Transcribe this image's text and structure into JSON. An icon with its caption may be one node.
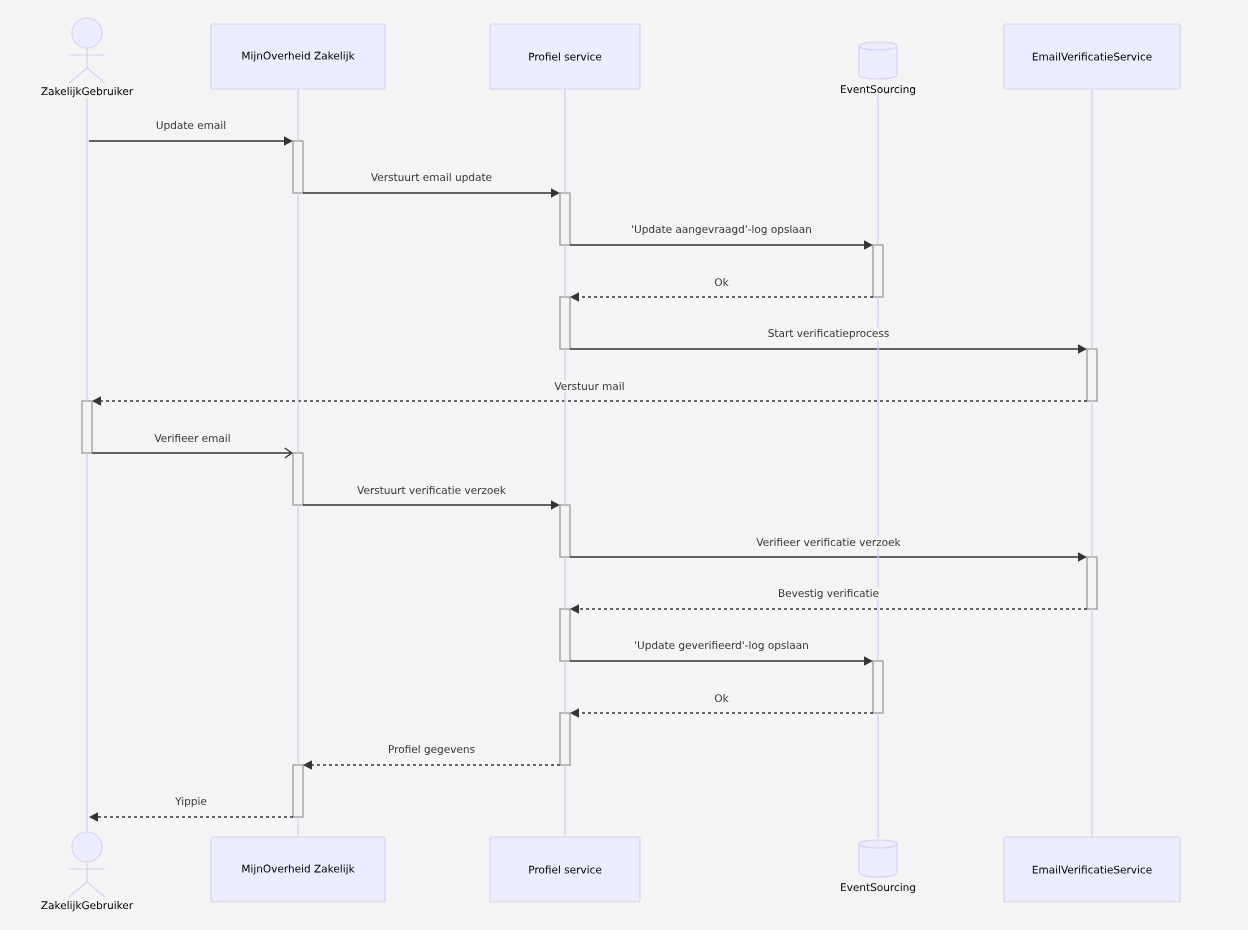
{
  "diagram": {
    "nodes": [
      {
        "text": [
          "ZakelijkGebruiker"
        ]
      },
      {
        "text": [
          "MijnOverheid Zakelijk"
        ]
      },
      {
        "text": [
          "Profiel service"
        ]
      },
      {
        "text": [
          "EventSourcing"
        ]
      },
      {
        "text": [
          "EmailVerificatieService"
        ]
      },
      {
        "text": [],
        "shape": "bar"
      },
      {
        "text": [],
        "shape": "bar"
      },
      {
        "text": [],
        "shape": "bar"
      },
      {
        "text": [],
        "shape": "bar"
      },
      {
        "text": [],
        "shape": "bar"
      },
      {
        "text": [],
        "shape": "bar"
      },
      {
        "text": [],
        "shape": "bar"
      },
      {
        "text": [],
        "shape": "bar"
      },
      {
        "text": [],
        "shape": "bar"
      },
      {
        "text": [],
        "shape": "bar"
      },
      {
        "text": [],
        "shape": "bar"
      },
      {
        "text": [],
        "shape": "bar"
      },
      {
        "text": [],
        "shape": "bar"
      },
      {
        "text": [
          "ZakelijkGebruiker"
        ]
      },
      {
        "text": [
          "MijnOverheid Zakelijk"
        ]
      },
      {
        "text": [
          "Profiel service"
        ]
      },
      {
        "text": [
          "EventSourcing"
        ]
      },
      {
        "text": [
          "EmailVerificatieService"
        ]
      }
    ],
    "edges": [
      {
        "from": null,
        "to": 5,
        "arrow": "to",
        "label": "Update email",
        "color": "#333333"
      },
      {
        "from": 5,
        "to": 6,
        "arrow": "to",
        "label": "Verstuurt email update",
        "color": "#333333"
      },
      {
        "from": 6,
        "to": 7,
        "arrow": "to",
        "label": "'Update aangevraagd'-log opslaan",
        "color": "#333333"
      },
      {
        "from": 7,
        "to": 8,
        "arrow": "to",
        "label": "Ok",
        "style": "dashed",
        "color": "#333333"
      },
      {
        "from": 8,
        "to": 9,
        "arrow": "to",
        "label": "Start verificatieprocess",
        "color": "#333333"
      },
      {
        "from": 9,
        "to": 10,
        "arrow": "to",
        "label": "Verstuur mail",
        "style": "dashed",
        "color": "#333333"
      },
      {
        "from": 10,
        "to": 11,
        "arrow": "to",
        "label": "Verifieer email",
        "color": "#333333"
      },
      {
        "from": 11,
        "to": 12,
        "arrow": "to",
        "label": "Verstuurt verificatie verzoek",
        "color": "#333333"
      },
      {
        "from": 12,
        "to": 13,
        "arrow": "to",
        "label": "Verifieer verificatie verzoek",
        "color": "#333333"
      },
      {
        "from": 13,
        "to": 14,
        "arrow": "to",
        "label": "Bevestig verificatie",
        "style": "dashed",
        "color": "#333333"
      },
      {
        "from": 14,
        "to": 15,
        "arrow": "to",
        "label": "'Update geverifieerd'-log opslaan",
        "color": "#333333"
      },
      {
        "from": 15,
        "to": 16,
        "arrow": "to",
        "label": "Ok",
        "style": "dashed",
        "color": "#333333"
      },
      {
        "from": 16,
        "to": 17,
        "arrow": "to",
        "label": "Profiel gegevens",
        "style": "dashed",
        "color": "#333333"
      },
      {
        "from": 17,
        "to": 18,
        "arrow": "to",
        "label": "Yippie",
        "style": "dashed",
        "color": "#333333"
      },
      {
        "from": 0,
        "to": 10,
        "arrow": "none"
      },
      {
        "from": 10,
        "to": 18,
        "arrow": "none"
      },
      {
        "from": 1,
        "to": 5,
        "arrow": "none"
      },
      {
        "from": 5,
        "to": 11,
        "arrow": "none"
      },
      {
        "from": 11,
        "to": 17,
        "arrow": "none"
      },
      {
        "from": 17,
        "to": 19,
        "arrow": "none"
      },
      {
        "from": 2,
        "to": 6,
        "arrow": "none"
      },
      {
        "from": 6,
        "to": 8,
        "arrow": "none"
      },
      {
        "from": 8,
        "to": 12,
        "arrow": "none"
      },
      {
        "from": 12,
        "to": 14,
        "arrow": "none"
      },
      {
        "from": 14,
        "to": 16,
        "arrow": "none"
      },
      {
        "from": 16,
        "to": 20,
        "arrow": "none"
      },
      {
        "from": 3,
        "to": 7,
        "arrow": "none"
      },
      {
        "from": 7,
        "to": 15,
        "arrow": "none"
      },
      {
        "from": 15,
        "to": 21,
        "arrow": "none"
      },
      {
        "from": 4,
        "to": 9,
        "arrow": "none"
      },
      {
        "from": 9,
        "to": 13,
        "arrow": "none"
      },
      {
        "from": 13,
        "to": 22,
        "arrow": "none"
      }
    ]
  }
}
